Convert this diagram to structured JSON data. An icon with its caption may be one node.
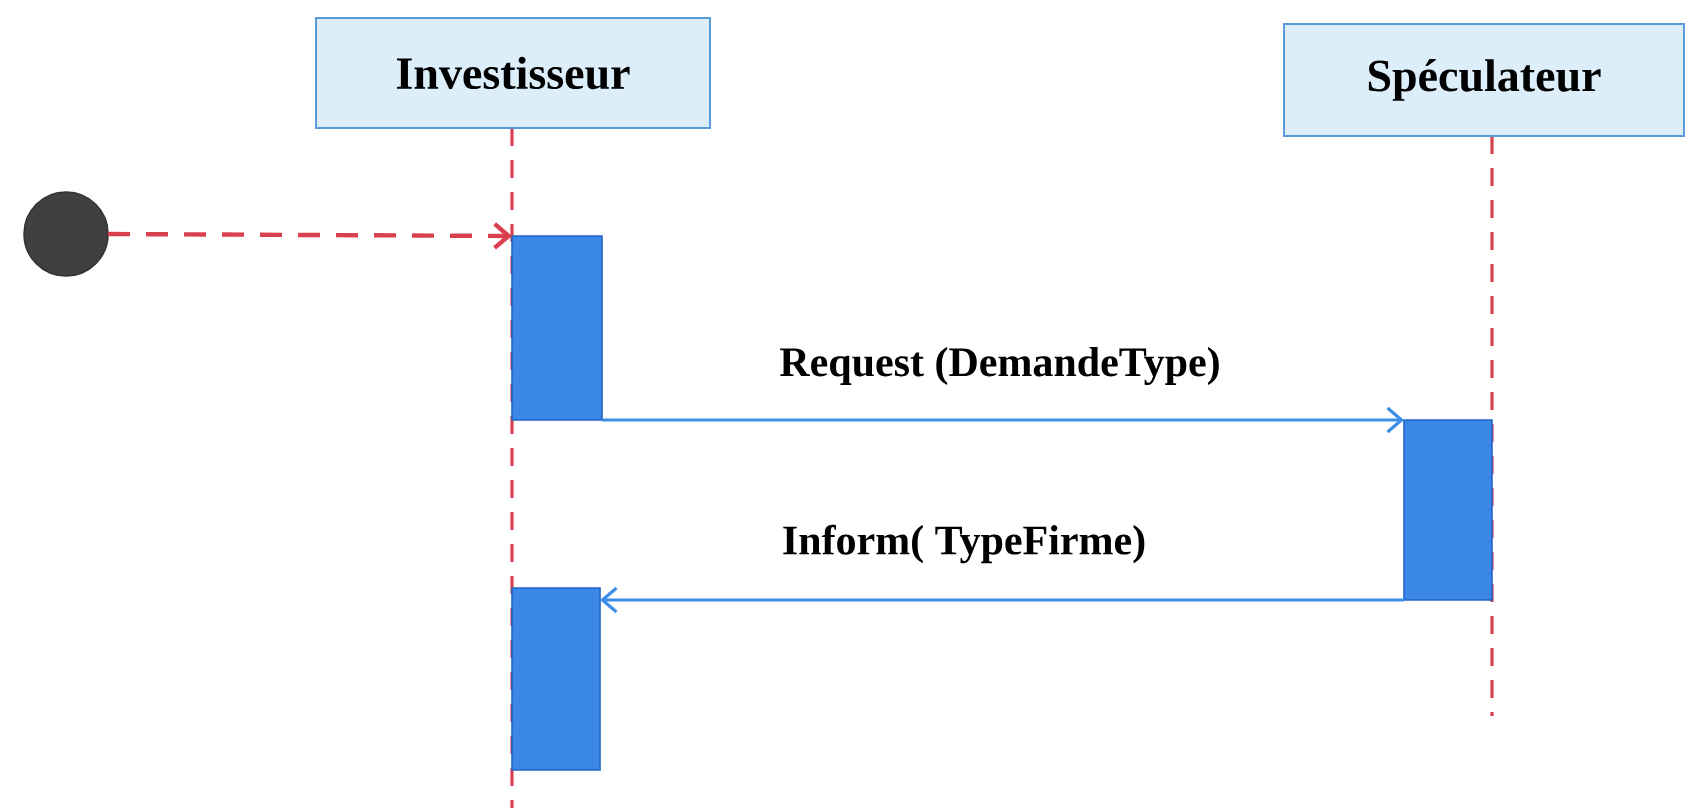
{
  "diagram": {
    "nodes": [
      {
        "text": [
          "Investisseur"
        ]
      },
      {
        "text": [
          "Spéculateur"
        ]
      },
      {
        "text": [],
        "shape": "circle"
      },
      {
        "text": [],
        "shape": "bar"
      },
      {
        "text": [],
        "shape": "bar"
      },
      {
        "text": [],
        "shape": "bar"
      }
    ],
    "edges": [
      {
        "from": 2,
        "to": 3,
        "arrow": "to",
        "style": "dashed",
        "color": "#d9404f"
      },
      {
        "from": 3,
        "to": 4,
        "arrow": "to",
        "label": "Request (DemandeType)"
      },
      {
        "from": 4,
        "to": 5,
        "arrow": "to",
        "label": "Inform( TypeFirme)"
      }
    ]
  }
}
